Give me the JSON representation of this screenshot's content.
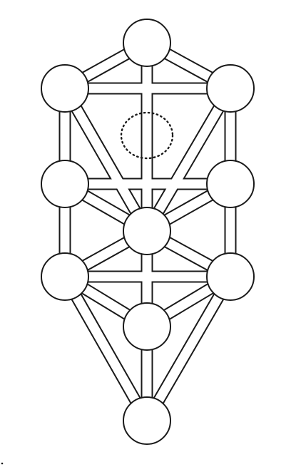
{
  "diagram": {
    "nodes": [
      {
        "id": "node-1"
      },
      {
        "id": "node-2"
      },
      {
        "id": "node-3"
      },
      {
        "id": "node-4"
      },
      {
        "id": "node-5"
      },
      {
        "id": "node-6"
      },
      {
        "id": "node-7"
      },
      {
        "id": "node-8"
      },
      {
        "id": "node-9"
      },
      {
        "id": "node-10"
      }
    ],
    "hidden_node": {
      "id": "hidden-node",
      "style": "dotted"
    },
    "paths": [
      [
        "node-1",
        "node-2"
      ],
      [
        "node-1",
        "node-3"
      ],
      [
        "node-1",
        "node-6"
      ],
      [
        "node-2",
        "node-3"
      ],
      [
        "node-2",
        "node-4"
      ],
      [
        "node-2",
        "node-6"
      ],
      [
        "node-3",
        "node-5"
      ],
      [
        "node-3",
        "node-6"
      ],
      [
        "node-4",
        "node-5"
      ],
      [
        "node-4",
        "node-6"
      ],
      [
        "node-4",
        "node-7"
      ],
      [
        "node-5",
        "node-6"
      ],
      [
        "node-5",
        "node-8"
      ],
      [
        "node-6",
        "node-7"
      ],
      [
        "node-6",
        "node-8"
      ],
      [
        "node-6",
        "node-9"
      ],
      [
        "node-7",
        "node-8"
      ],
      [
        "node-7",
        "node-9"
      ],
      [
        "node-7",
        "node-10"
      ],
      [
        "node-8",
        "node-9"
      ],
      [
        "node-8",
        "node-10"
      ],
      [
        "node-9",
        "node-10"
      ]
    ],
    "colors": {
      "stroke": "#1a1a1a",
      "fill": "#ffffff",
      "background": "#ffffff"
    }
  }
}
